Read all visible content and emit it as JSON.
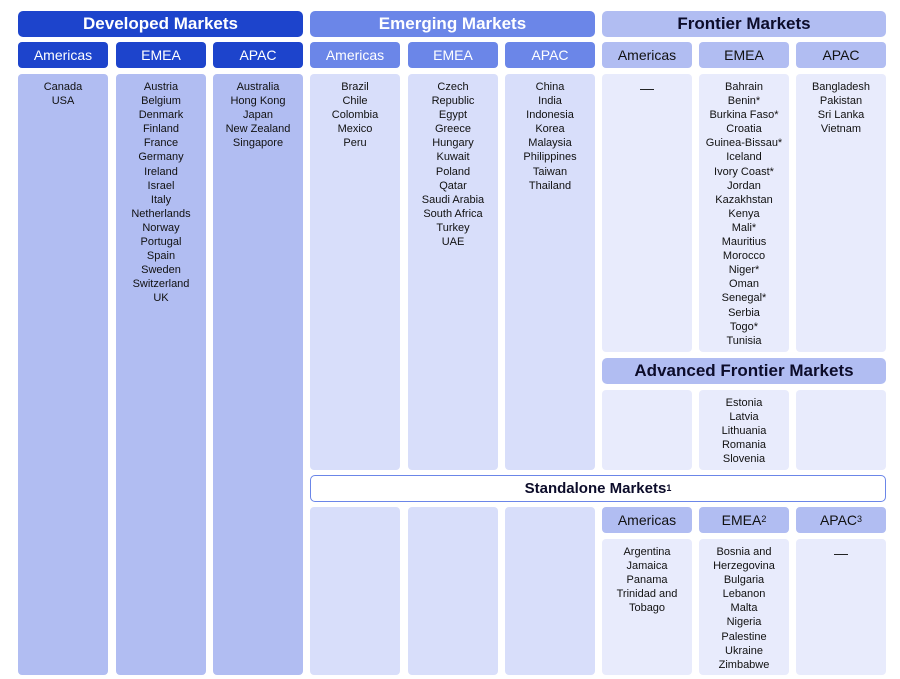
{
  "groups": {
    "developed": {
      "title": "Developed Markets",
      "regions": [
        "Americas",
        "EMEA",
        "APAC"
      ],
      "americas": [
        "Canada",
        "USA"
      ],
      "emea": [
        "Austria",
        "Belgium",
        "Denmark",
        "Finland",
        "France",
        "Germany",
        "Ireland",
        "Israel",
        "Italy",
        "Netherlands",
        "Norway",
        "Portugal",
        "Spain",
        "Sweden",
        "Switzerland",
        "UK"
      ],
      "apac": [
        "Australia",
        "Hong Kong",
        "Japan",
        "New Zealand",
        "Singapore"
      ]
    },
    "emerging": {
      "title": "Emerging Markets",
      "regions": [
        "Americas",
        "EMEA",
        "APAC"
      ],
      "americas": [
        "Brazil",
        "Chile",
        "Colombia",
        "Mexico",
        "Peru"
      ],
      "emea": [
        "Czech",
        "Republic",
        "Egypt",
        "Greece",
        "Hungary",
        "Kuwait",
        "Poland",
        "Qatar",
        "Saudi Arabia",
        "South Africa",
        "Turkey",
        "UAE"
      ],
      "apac": [
        "China",
        "India",
        "Indonesia",
        "Korea",
        "Malaysia",
        "Philippines",
        "Taiwan",
        "Thailand"
      ]
    },
    "frontier": {
      "title": "Frontier Markets",
      "regions": [
        "Americas",
        "EMEA",
        "APAC"
      ],
      "americas_dash": "—",
      "emea": [
        "Bahrain",
        "Benin*",
        "Burkina Faso*",
        "Croatia",
        "Guinea-Bissau*",
        "Iceland",
        "Ivory Coast*",
        "Jordan",
        "Kazakhstan",
        "Kenya",
        "Mali*",
        "Mauritius",
        "Morocco",
        "Niger*",
        "Oman",
        "Senegal*",
        "Serbia",
        "Togo*",
        "Tunisia"
      ],
      "apac": [
        "Bangladesh",
        "Pakistan",
        "Sri Lanka",
        "Vietnam"
      ]
    },
    "advanced_frontier": {
      "title": "Advanced Frontier Markets",
      "emea": [
        "Estonia",
        "Latvia",
        "Lithuania",
        "Romania",
        "Slovenia"
      ]
    },
    "standalone": {
      "title": "Standalone Markets",
      "title_sup": "1",
      "region_americas": "Americas",
      "region_emea": "EMEA",
      "region_emea_sup": "2",
      "region_apac": "APAC",
      "region_apac_sup": "3",
      "americas": [
        "Argentina",
        "Jamaica",
        "Panama",
        "Trinidad and",
        "Tobago"
      ],
      "emea": [
        "Bosnia and",
        "Herzegovina",
        "Bulgaria",
        "Lebanon",
        "Malta",
        "Nigeria",
        "Palestine",
        "Ukraine",
        "Zimbabwe"
      ],
      "apac_dash": "—"
    }
  },
  "colors": {
    "developed": "#1d44cc",
    "emerging": "#6b86e8",
    "frontier": "#b1bdf2",
    "developed_column": "#b1bdf2",
    "emerging_column": "#d8defa",
    "frontier_column": "#e8ebfc"
  }
}
